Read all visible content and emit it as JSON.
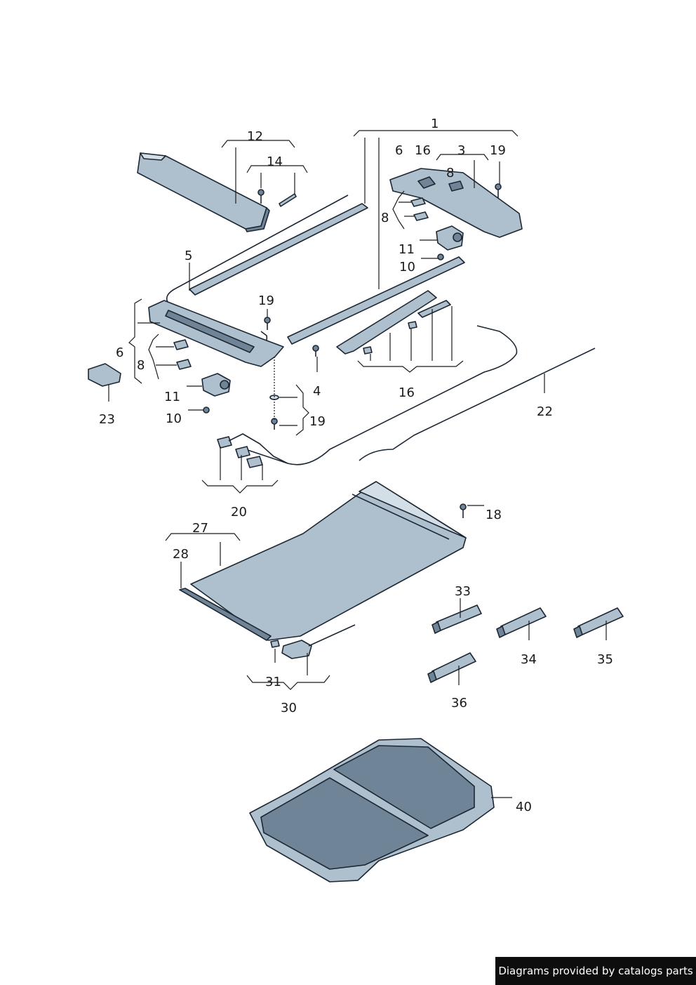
{
  "callouts": {
    "c1": "1",
    "c3": "3",
    "c4": "4",
    "c5": "5",
    "c6a": "6",
    "c6b": "6",
    "c8a": "8",
    "c8b": "8",
    "c8c": "8",
    "c10a": "10",
    "c10b": "10",
    "c11a": "11",
    "c11b": "11",
    "c12": "12",
    "c14": "14",
    "c16a": "16",
    "c16b": "16",
    "c18": "18",
    "c19a": "19",
    "c19b": "19",
    "c19c": "19",
    "c20": "20",
    "c22": "22",
    "c23": "23",
    "c27": "27",
    "c28": "28",
    "c30": "30",
    "c31": "31",
    "c33": "33",
    "c34": "34",
    "c35": "35",
    "c36": "36",
    "c40": "40"
  },
  "footer": {
    "text": "Diagrams provided by catalogs parts"
  },
  "colors": {
    "part_fill": "#aebfcd",
    "part_dark": "#6f8597",
    "outline": "#1c2733",
    "footer_bg": "#0d0d0d"
  }
}
